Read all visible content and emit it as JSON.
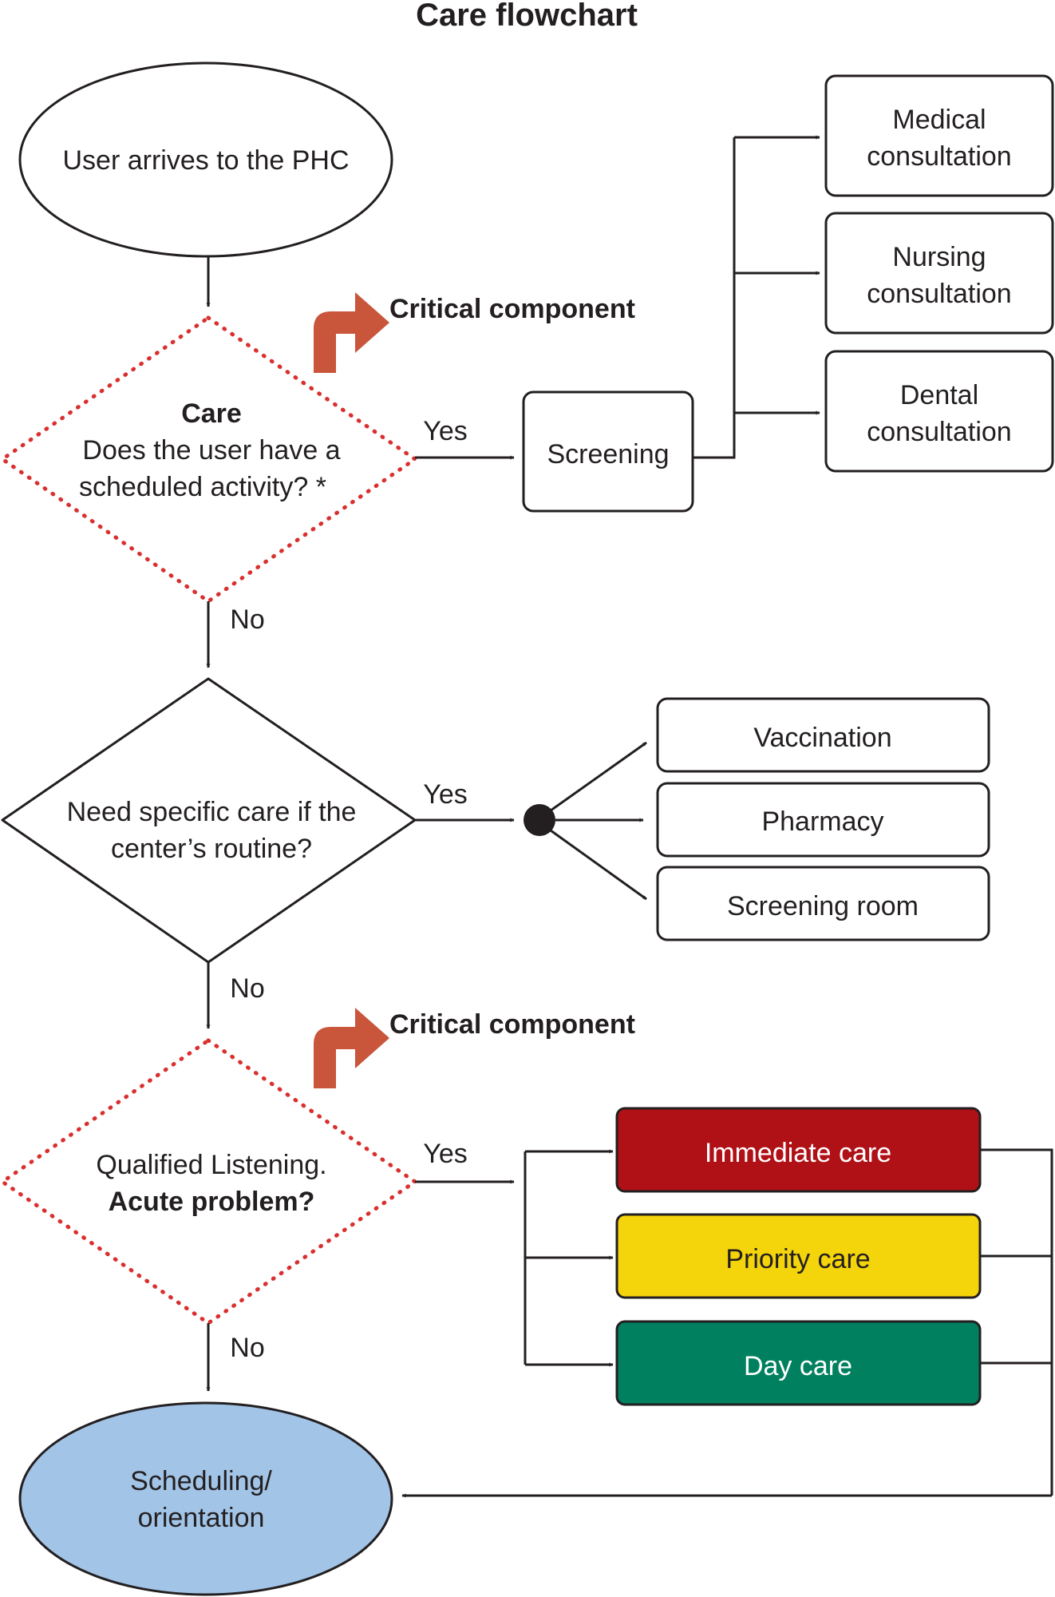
{
  "title": "Care flowchart",
  "start": "User arrives to the PHC",
  "critical_label": "Critical component",
  "decision1": {
    "bold": "Care",
    "line1": "Does the user have a",
    "line2": "scheduled activity? *"
  },
  "decision2": {
    "line1": "Need specific care if the",
    "line2": "center’s routine?"
  },
  "decision3": {
    "line1": "Qualified Listening.",
    "bold": "Acute problem?"
  },
  "yes_label": "Yes",
  "no_label": "No",
  "screening": "Screening",
  "consultations": [
    {
      "line1": "Medical",
      "line2": "consultation"
    },
    {
      "line1": "Nursing",
      "line2": "consultation"
    },
    {
      "line1": "Dental",
      "line2": "consultation"
    }
  ],
  "specific_care": [
    "Vaccination",
    "Pharmacy",
    "Screening room"
  ],
  "acute_care": [
    {
      "label": "Immediate care",
      "color": "#b01116",
      "text_color": "#ffffff"
    },
    {
      "label": "Priority care",
      "color": "#f4d40b",
      "text_color": "#231f20"
    },
    {
      "label": "Day care",
      "color": "#00805f",
      "text_color": "#ffffff"
    }
  ],
  "end": {
    "line1": "Scheduling/",
    "line2": "orientation",
    "color": "#a2c4e7"
  },
  "critical_arrow_color": "#c9553b"
}
